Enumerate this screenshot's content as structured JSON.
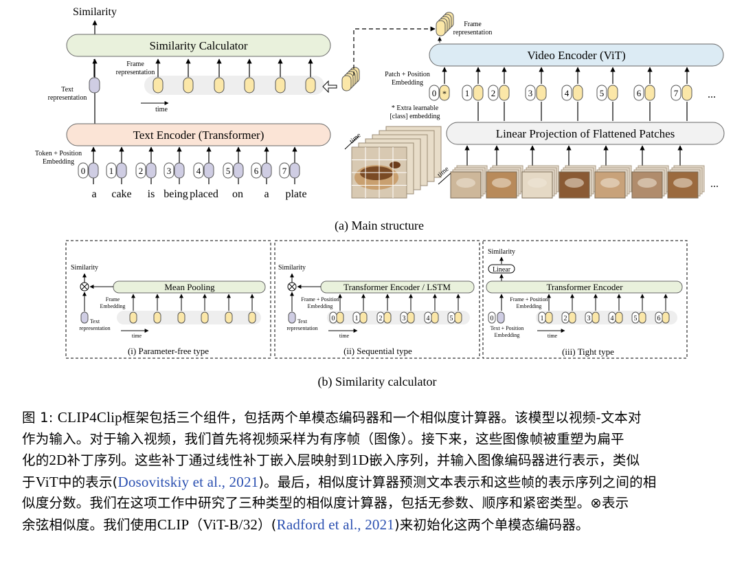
{
  "main": {
    "similarity_label": "Similarity",
    "similarity_calculator": "Similarity Calculator",
    "frame_representation_left": [
      "Frame",
      "representation"
    ],
    "time_label": "time",
    "text_representation": [
      "Text",
      "representation"
    ],
    "text_encoder": "Text Encoder (Transformer)",
    "token_embedding": [
      "Token + Position",
      "Embedding"
    ],
    "token_indices": [
      "0",
      "1",
      "2",
      "3",
      "4",
      "5",
      "6",
      "7"
    ],
    "words": [
      "a",
      "cake",
      "is",
      "being",
      "placed",
      "on",
      "a",
      "plate"
    ],
    "frame_representation_right": [
      "Frame",
      "representation"
    ],
    "video_encoder": "Video Encoder (ViT)",
    "patch_embedding": [
      "Patch + Position",
      "Embedding"
    ],
    "patch_indices": [
      "0",
      "1",
      "2",
      "3",
      "4",
      "5",
      "6",
      "7"
    ],
    "class_star": "*",
    "ellipsis": "...",
    "class_note": [
      "* Extra learnable",
      "[class] embedding"
    ],
    "linear_projection": "Linear Projection of Flattened Patches",
    "time_frames": "time",
    "time_patches": "time",
    "caption": "(a) Main structure"
  },
  "sub": [
    {
      "similarity": "Similarity",
      "encoder": "Mean Pooling",
      "frame_embed": [
        "Frame",
        "Embedding"
      ],
      "text_rep": [
        "Text",
        "representation"
      ],
      "time": "time",
      "caption": "(i) Parameter-free type"
    },
    {
      "similarity": "Similarity",
      "encoder": "Transformer Encoder / LSTM",
      "frame_embed": [
        "Frame + Position",
        "Embedding"
      ],
      "text_rep": [
        "Text",
        "representation"
      ],
      "time": "time",
      "indices": [
        "0",
        "1",
        "2",
        "3",
        "4",
        "5"
      ],
      "caption": "(ii) Sequential type"
    },
    {
      "similarity": "Similarity",
      "linear": "Linear",
      "encoder": "Transformer Encoder",
      "frame_embed": [
        "Frame + Position",
        "Embedding"
      ],
      "text_embed": [
        "Text + Position",
        "Embedding"
      ],
      "time": "time",
      "indices": [
        "0",
        "1",
        "2",
        "3",
        "4",
        "5",
        "6"
      ],
      "caption": "(iii) Tight type"
    }
  ],
  "similarity_caption": "(b) Similarity calculator",
  "colors": {
    "green_box": "#e9f1dc",
    "peach_box": "#fbe4d6",
    "blue_box": "#dcebf4",
    "gray_box": "#f2f2f2",
    "frame_token": "#fbe7a8",
    "text_token": "#cfcde3",
    "citation": "#2a4fb0"
  },
  "figure_caption": {
    "lines": [
      [
        "图 1: ",
        "CLIP4Clip",
        "框架包括三个组件，包括两个单模态编码器和一个相似度计算器。该模型以视频-文本对"
      ],
      [
        "作为输入。对于输入视频，我们首先将视频采样为有序帧（图像）。接下来，这些图像帧被重塑为扁平"
      ],
      [
        "化的",
        "2D",
        "补丁序列。这些补丁通过线性补丁嵌入层映射到",
        "1D",
        "嵌入序列，并输入图像编码器进行表示，类似"
      ],
      [
        "于",
        "ViT",
        "中的表示(",
        "Dosovitskiy et al., 2021",
        ")。最后，相似度计算器预测文本表示和这些帧的表示序列之间的相"
      ],
      [
        "似度分数。我们在这项工作中研究了三种类型的相似度计算器，包括无参数、顺序和紧密类型。⊗表示"
      ],
      [
        "余弦相似度。我们使用",
        "CLIP",
        "（",
        "ViT-B/32",
        "）(",
        "Radford et al., 2021",
        ")来初始化这两个单模态编码器。"
      ]
    ]
  }
}
